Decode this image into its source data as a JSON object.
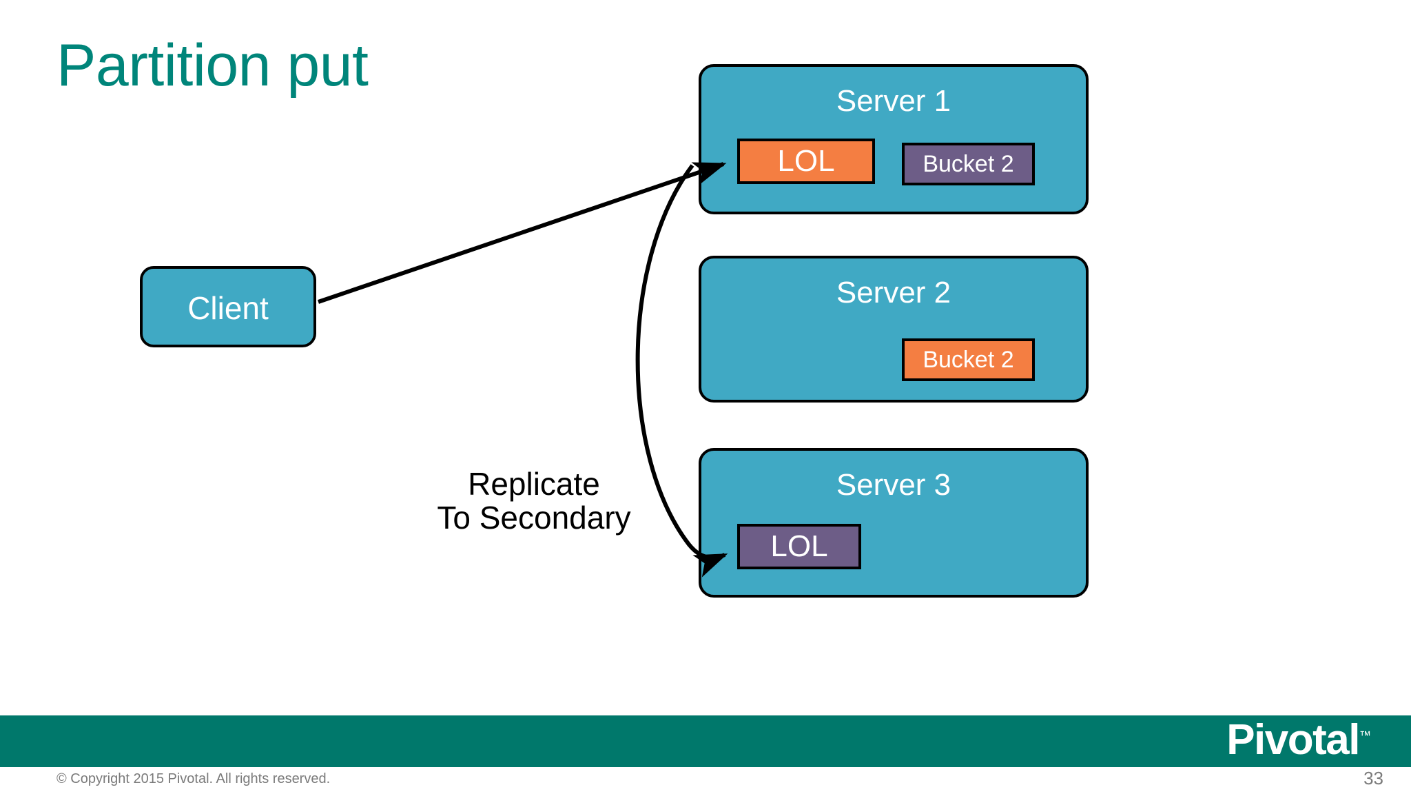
{
  "slide": {
    "title": "Partition put",
    "number": "33"
  },
  "client": {
    "label": "Client"
  },
  "servers": [
    {
      "label": "Server 1",
      "buckets": [
        {
          "label": "LOL",
          "role": "primary"
        },
        {
          "label": "Bucket 2",
          "role": "secondary"
        }
      ]
    },
    {
      "label": "Server 2",
      "buckets": [
        {
          "label": "Bucket 2",
          "role": "primary"
        }
      ]
    },
    {
      "label": "Server 3",
      "buckets": [
        {
          "label": "LOL",
          "role": "secondary"
        }
      ]
    }
  ],
  "annotations": {
    "replicate_line1": "Replicate",
    "replicate_line2": "To Secondary"
  },
  "footer": {
    "logo": "Pivotal",
    "trademark": "™",
    "copyright": "© Copyright 2015 Pivotal. All rights reserved."
  },
  "colors": {
    "title": "#00857A",
    "node_fill": "#40A9C4",
    "primary_bucket": "#F47E42",
    "secondary_bucket": "#6D5D87",
    "footer_bar": "#00786B",
    "arrow": "#000000",
    "background": "#FFFFFF"
  }
}
